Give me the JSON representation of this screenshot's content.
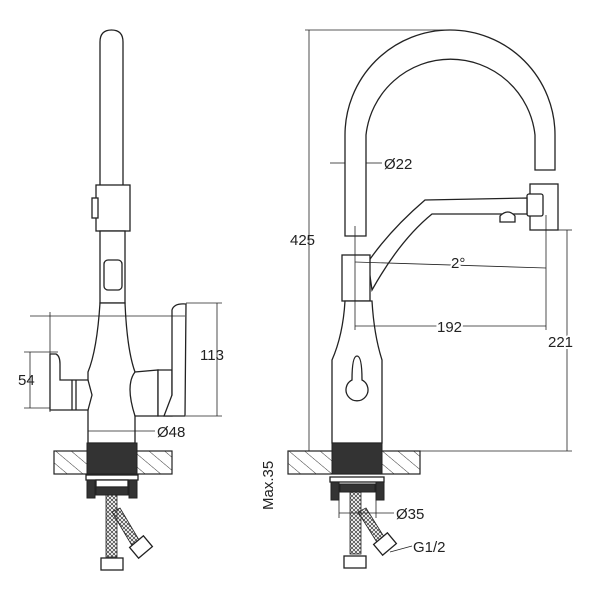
{
  "drawing": {
    "front_view": {
      "dimensions": {
        "handle_height": "113",
        "side_valve_height": "54",
        "body_diameter": "Ø48"
      }
    },
    "side_view": {
      "dimensions": {
        "total_height": "425",
        "spout_diameter": "Ø22",
        "spout_angle": "2°",
        "spout_reach": "192",
        "spout_clearance": "221",
        "max_counter_thickness": "Max.35",
        "mounting_diameter": "Ø35",
        "connection_thread": "G1/2"
      }
    },
    "colors": {
      "line": "#222222",
      "fill_dark": "#333333",
      "background": "#ffffff"
    }
  }
}
